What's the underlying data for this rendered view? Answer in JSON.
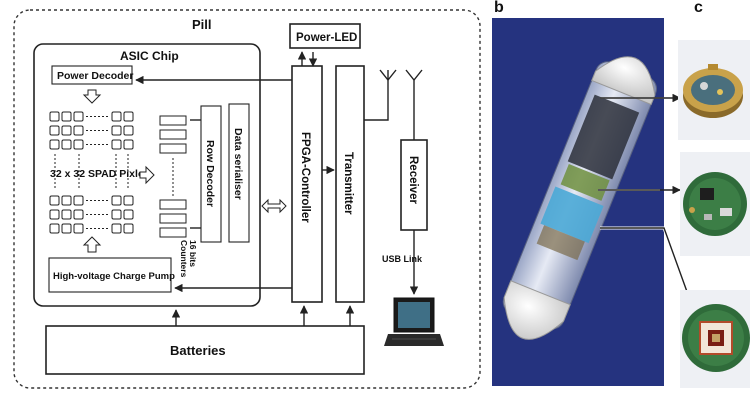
{
  "panel_labels": {
    "b": "b",
    "c": "c"
  },
  "diagram": {
    "pill": "Pill",
    "asic_chip": "ASIC Chip",
    "power_decoder": "Power Decoder",
    "spad_pixels": "32 x 32 SPAD Pixles",
    "row_decoder": "Row Decoder",
    "data_serialiser": "Data serialiser",
    "counters_line1": "16 bits",
    "counters_line2": "Counters",
    "charge_pump": "High-voltage Charge Pump",
    "power_led": "Power-LED",
    "fpga_controller": "FPGA-Controller",
    "transmitter": "Transmitter",
    "receiver": "Receiver",
    "usb_link": "USB Link",
    "batteries": "Batteries"
  },
  "colors": {
    "photo_background": "#2a3a8c",
    "capsule_glass": "#c9cfe0",
    "capsule_cap": "#ededed",
    "board_gold": "#c9a24a",
    "board_green": "#2f6b3a"
  }
}
